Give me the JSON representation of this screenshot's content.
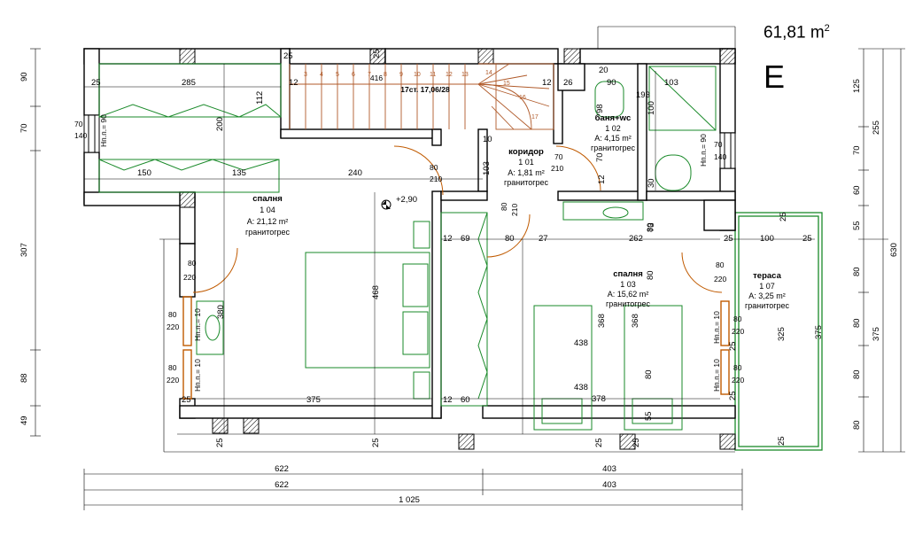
{
  "header": {
    "area_value": "61,81 m",
    "area_sup": "2",
    "unit_letter": "E"
  },
  "rooms": [
    {
      "name": "спалня",
      "code": "1 04",
      "area": "A: 21,12 m²",
      "finish": "гранитогрес"
    },
    {
      "name": "коридор",
      "code": "1 01",
      "area": "A: 1,81 m²",
      "finish": "гранитогрес"
    },
    {
      "name": "баня+wc",
      "code": "1 02",
      "area": "A: 4,15 m²",
      "finish": "гранитогрес"
    },
    {
      "name": "спалня",
      "code": "1 03",
      "area": "A: 15,62 m²",
      "finish": "гранитогрес"
    },
    {
      "name": "тераса",
      "code": "1 07",
      "area": "A: 3,25 m²",
      "finish": "гранитогрес"
    }
  ],
  "stairs": {
    "label": "17ст. 17,06/28",
    "width": "416",
    "steps": [
      "3",
      "4",
      "5",
      "6",
      "7",
      "8",
      "9",
      "10",
      "11",
      "12",
      "13",
      "14",
      "15",
      "16",
      "17"
    ]
  },
  "level_mark": "+2,90",
  "dims_inner": {
    "d25a": "25",
    "d285": "285",
    "d12a": "12",
    "d25b": "25",
    "d12b": "12",
    "d26": "26",
    "d90": "90",
    "d193": "193",
    "d103": "103",
    "d112": "112",
    "d200": "200",
    "d150": "150",
    "d135": "135",
    "d240": "240",
    "d103v": "103",
    "d10": "10",
    "d98": "98",
    "d20": "20",
    "d100": "100",
    "d70": "70",
    "d30": "30",
    "d12c": "12",
    "d12d": "12",
    "d12e": "12",
    "d69": "69",
    "d80h": "80",
    "d27": "27",
    "d262": "262",
    "d73": "73",
    "d25c": "25",
    "d100t": "100",
    "d25d": "25",
    "d468": "468",
    "d368": "368",
    "d438": "438",
    "d438b": "438",
    "d378": "378",
    "d368b": "368",
    "d80c": "80",
    "d380": "380",
    "d375": "375",
    "d12f": "12",
    "d60": "60",
    "d55": "55",
    "d325": "325",
    "d375v": "375",
    "d25e": "25",
    "d25f": "25",
    "d25g": "25",
    "d25h": "25",
    "d25i": "25",
    "d25j": "25",
    "d25k": "25"
  },
  "openings": {
    "win_l_w": "70",
    "win_l_h": "140",
    "win_l_sill": "Нп.п.= 90",
    "door_1": "80",
    "door_1h": "210",
    "door_2": "70",
    "door_2h": "210",
    "door_3": "80",
    "door_3h": "210",
    "door_4": "80",
    "door_4h": "220",
    "door_5": "80",
    "door_5h": "220",
    "win_r_w": "70",
    "win_r_h": "140",
    "win_r_sill": "Нп.п.= 90",
    "bd_a_w": "80",
    "bd_a_h": "220",
    "bd_a_sill": "Нп.п.= 10",
    "bd_b_w": "80",
    "bd_b_h": "220",
    "bd_b_sill": "Нп.п.= 10",
    "bd_c_w": "80",
    "bd_c_h": "220",
    "bd_c_sill": "Нп.п.= 10",
    "bd_d_w": "80",
    "bd_d_h": "220",
    "bd_d_sill": "Нп.п.= 10",
    "door_ter": "80",
    "door_ter_h": "220"
  },
  "dims_left": [
    "90",
    "70",
    "307",
    "88",
    "49"
  ],
  "dims_right1": [
    "125",
    "70",
    "60",
    "55",
    "80",
    "80",
    "80",
    "80"
  ],
  "dims_right2": [
    "255",
    "630",
    "375"
  ],
  "dims_right_misc": [
    "25",
    "25",
    "25",
    "80",
    "80"
  ],
  "dims_bottom": {
    "r1a": "622",
    "r1b": "403",
    "r2a": "622",
    "r2b": "403",
    "r3": "1 025"
  }
}
